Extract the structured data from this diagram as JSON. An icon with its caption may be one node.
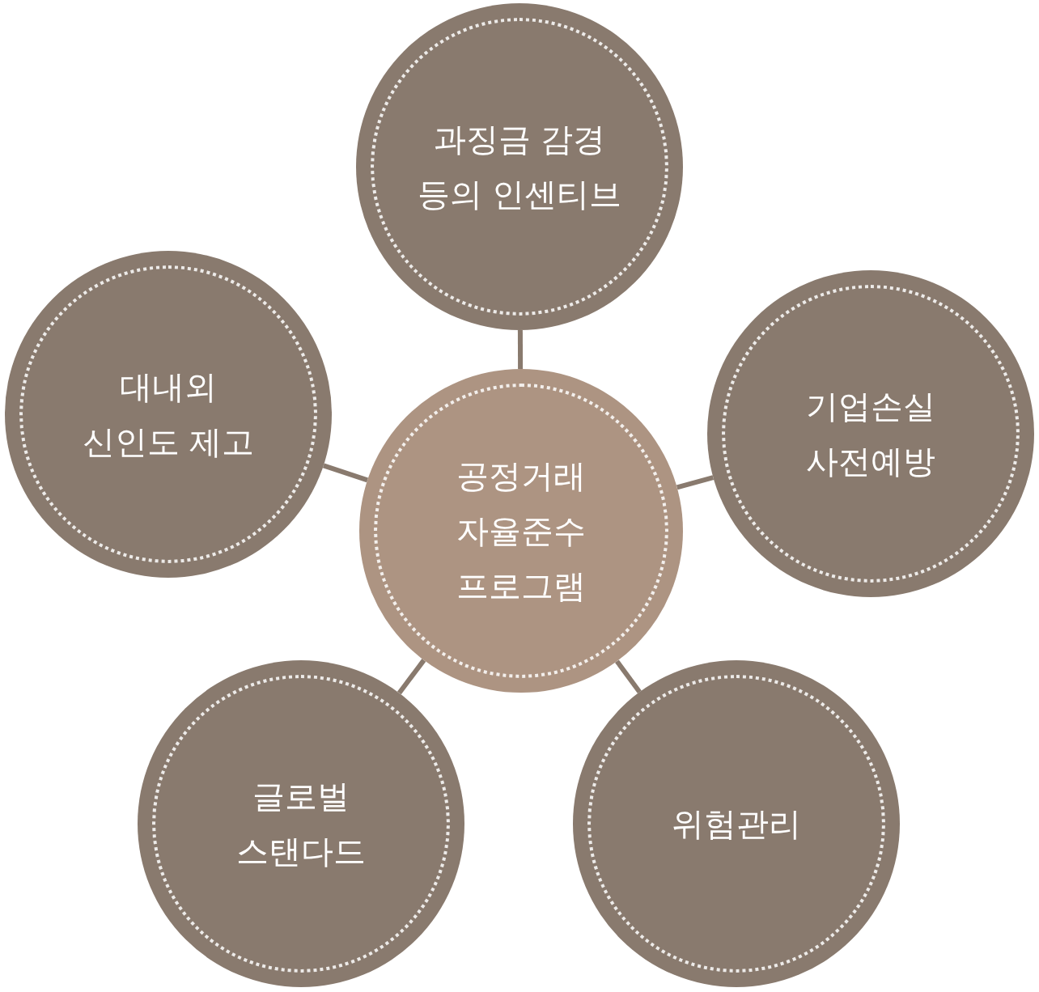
{
  "diagram": {
    "nodes": [
      {
        "text": [
          "과징금 감경 등의 인센티브"
        ]
      },
      {
        "text": [
          "대내외 신인도 제고"
        ]
      },
      {
        "text": [
          "기업손실 사전예방"
        ]
      },
      {
        "text": [
          "공정거래 자율준수 프로그램"
        ]
      },
      {
        "text": [
          "글로벌 스탠다드"
        ]
      },
      {
        "text": [
          "위험관리"
        ]
      }
    ],
    "edges": [
      {
        "from": 3,
        "to": 0,
        "arrow": "none"
      },
      {
        "from": 3,
        "to": 1,
        "arrow": "none"
      },
      {
        "from": 3,
        "to": 2,
        "arrow": "none"
      },
      {
        "from": 3,
        "to": 4,
        "arrow": "none"
      },
      {
        "from": 3,
        "to": 5,
        "arrow": "none"
      }
    ]
  }
}
